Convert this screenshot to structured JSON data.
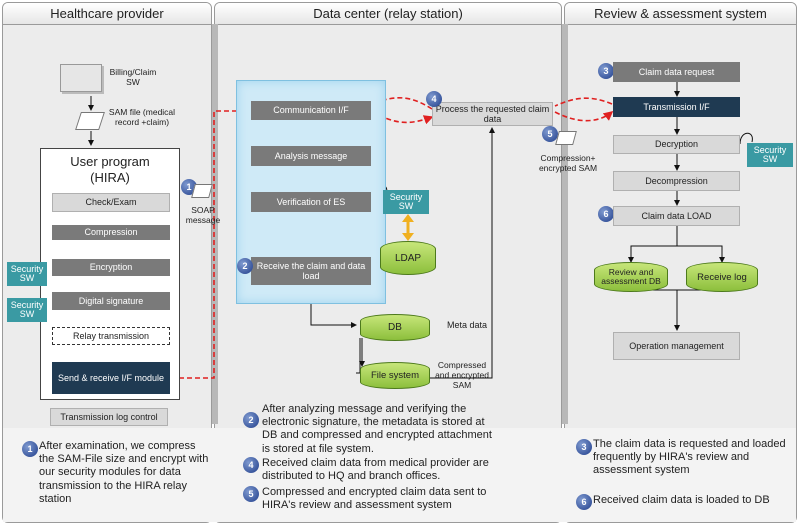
{
  "columns": {
    "provider": "Healthcare provider",
    "datacenter": "Data center (relay station)",
    "review": "Review & assessment system"
  },
  "provider": {
    "billing_sw": "Billing/Claim SW",
    "sam_file": "SAM file (medical record +claim)",
    "user_program": "User program (HIRA)",
    "steps": {
      "check": "Check/Exam",
      "compression": "Compression",
      "encryption": "Encryption",
      "digital_signature": "Digital signature",
      "relay": "Relay transmission",
      "send_receive": "Send & receive I/F module"
    },
    "security_sw": "Security SW",
    "soap": "SOAP message",
    "log_control": "Transmission log control",
    "note_num": "1",
    "note": "After examination, we compress the SAM-File size and encrypt with our security modules for data transmission to the HIRA relay station"
  },
  "datacenter": {
    "comm_if": "Communication I/F",
    "analysis": "Analysis message",
    "verification": "Verification of ES",
    "security_sw": "Security SW",
    "ldap": "LDAP",
    "receive": "Receive the claim and data load",
    "process": "Process the requested claim data",
    "db": "DB",
    "meta": "Meta data",
    "filesystem": "File system",
    "compressed": "Compressed and encrypted SAM",
    "compression_sam": "Compression+ encrypted SAM",
    "notes": [
      {
        "num": "2",
        "text": "After analyzing message and verifying the electronic signature, the metadata is stored at DB and compressed and encrypted attachment is stored at file system."
      },
      {
        "num": "4",
        "text": "Received claim data from medical provider are distributed to HQ and branch offices."
      },
      {
        "num": "5",
        "text": "Compressed and encrypted claim data sent to HIRA's review and assessment system"
      }
    ]
  },
  "review": {
    "claim_request": "Claim data request",
    "transmission_if": "Transmission I/F",
    "decryption": "Decryption",
    "security_sw": "Security SW",
    "decompression": "Decompression",
    "claim_load": "Claim data LOAD",
    "review_db": "Review and assessment DB",
    "receive_log": "Receive log",
    "operation": "Operation management",
    "notes": [
      {
        "num": "3",
        "text": "The claim data is requested and loaded frequently by HIRA's review and assessment system"
      },
      {
        "num": "6",
        "text": "Received claim data is loaded to DB"
      }
    ]
  },
  "badges": {
    "b1": "1",
    "b2": "2",
    "b3": "3",
    "b4": "4",
    "b5": "5",
    "b6": "6"
  }
}
